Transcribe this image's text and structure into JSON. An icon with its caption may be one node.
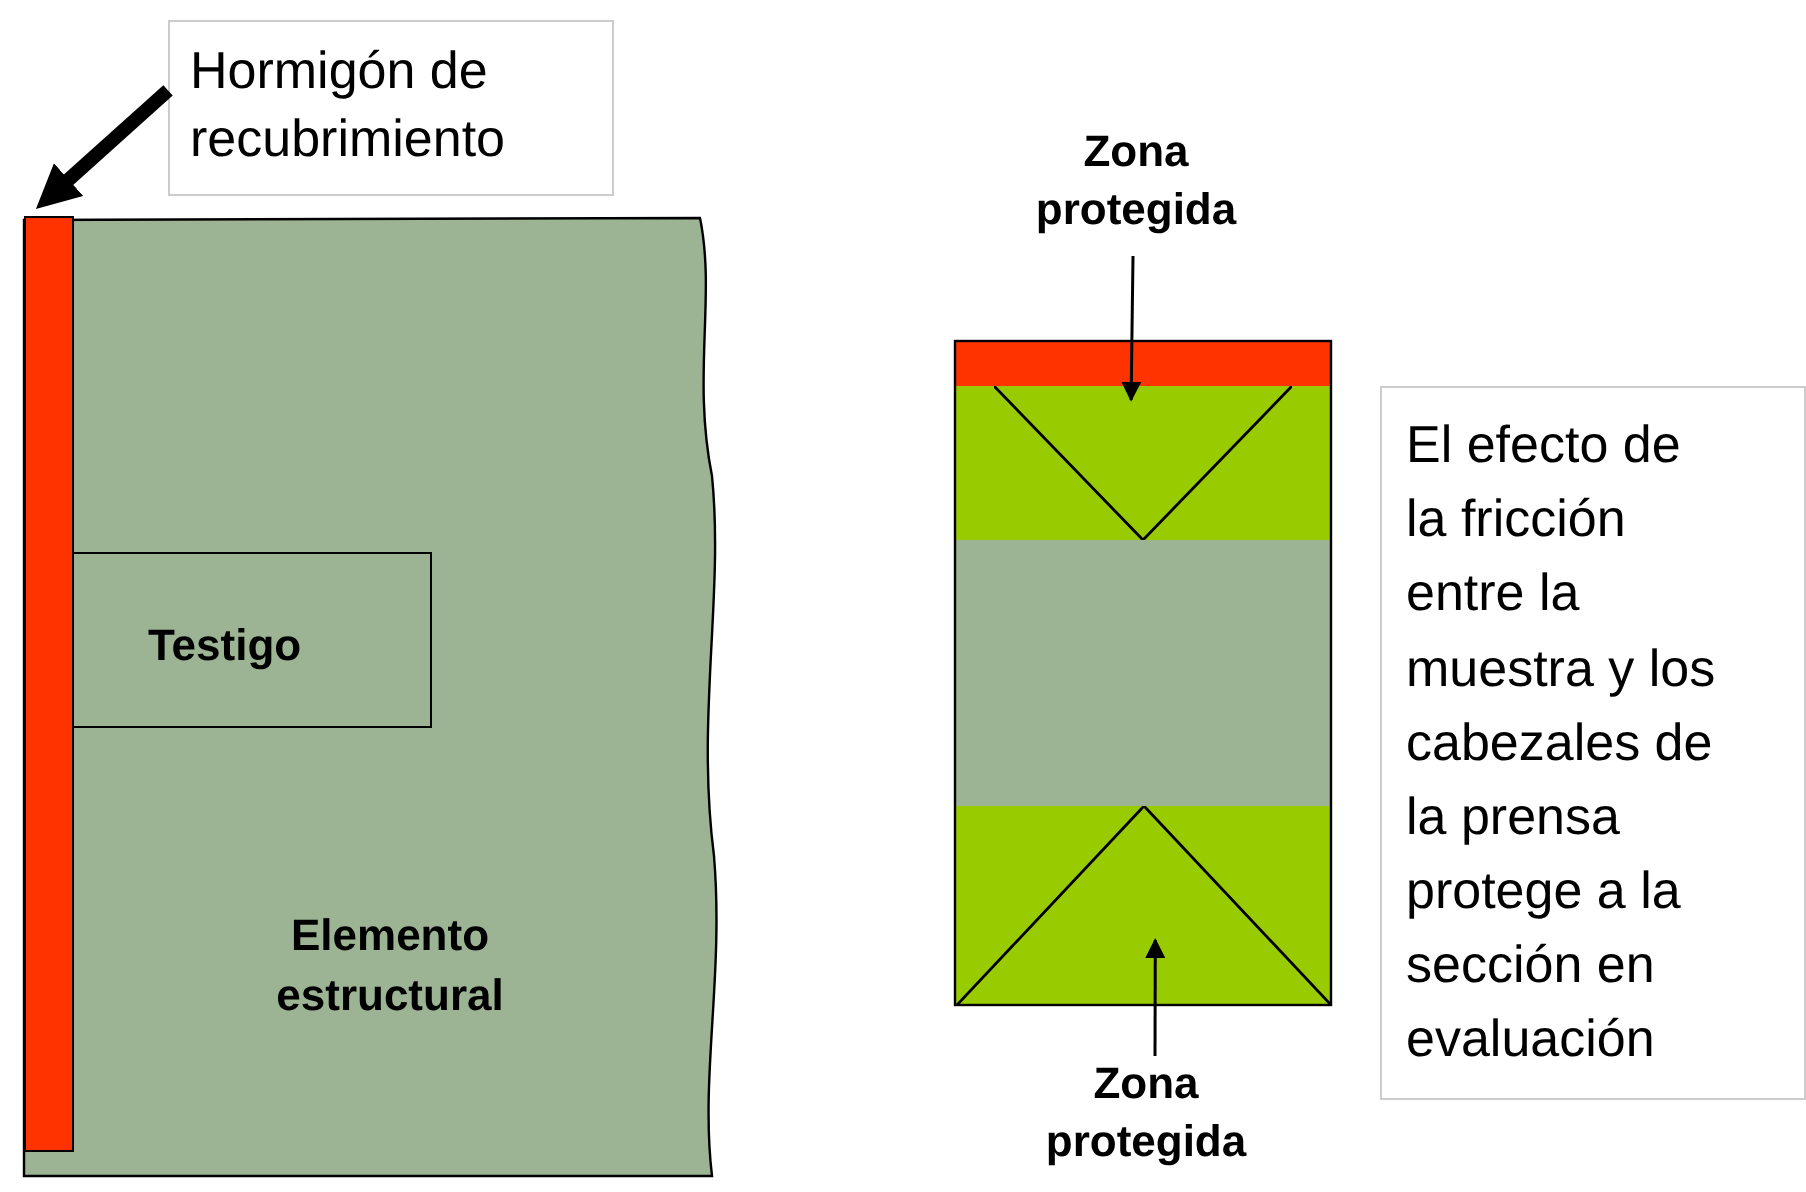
{
  "diagram": {
    "nodes": [
      {
        "text": [
          "Hormigón de recubrimiento"
        ]
      },
      {
        "text": [],
        "shape": "bar",
        "in": 2
      },
      {
        "text": [
          "Elemento estructural"
        ]
      },
      {
        "text": [
          "Testigo"
        ],
        "in": 2
      },
      {
        "text": [
          "Zona protegida"
        ]
      },
      {
        "text": [],
        "shape": "triangle"
      },
      {
        "text": [],
        "shape": "triangle"
      },
      {
        "text": [
          "Zona protegida"
        ]
      },
      {
        "text": [
          "El efecto de la fricción entre la muestra y los cabezales de la prensa protege a la sección en evaluación"
        ]
      }
    ],
    "edges": [
      {
        "from": 0,
        "to": 1,
        "arrow": "to",
        "style": "thick"
      },
      {
        "from": 4,
        "to": 5,
        "arrow": "to"
      },
      {
        "from": 7,
        "to": 6,
        "arrow": "to"
      }
    ]
  }
}
